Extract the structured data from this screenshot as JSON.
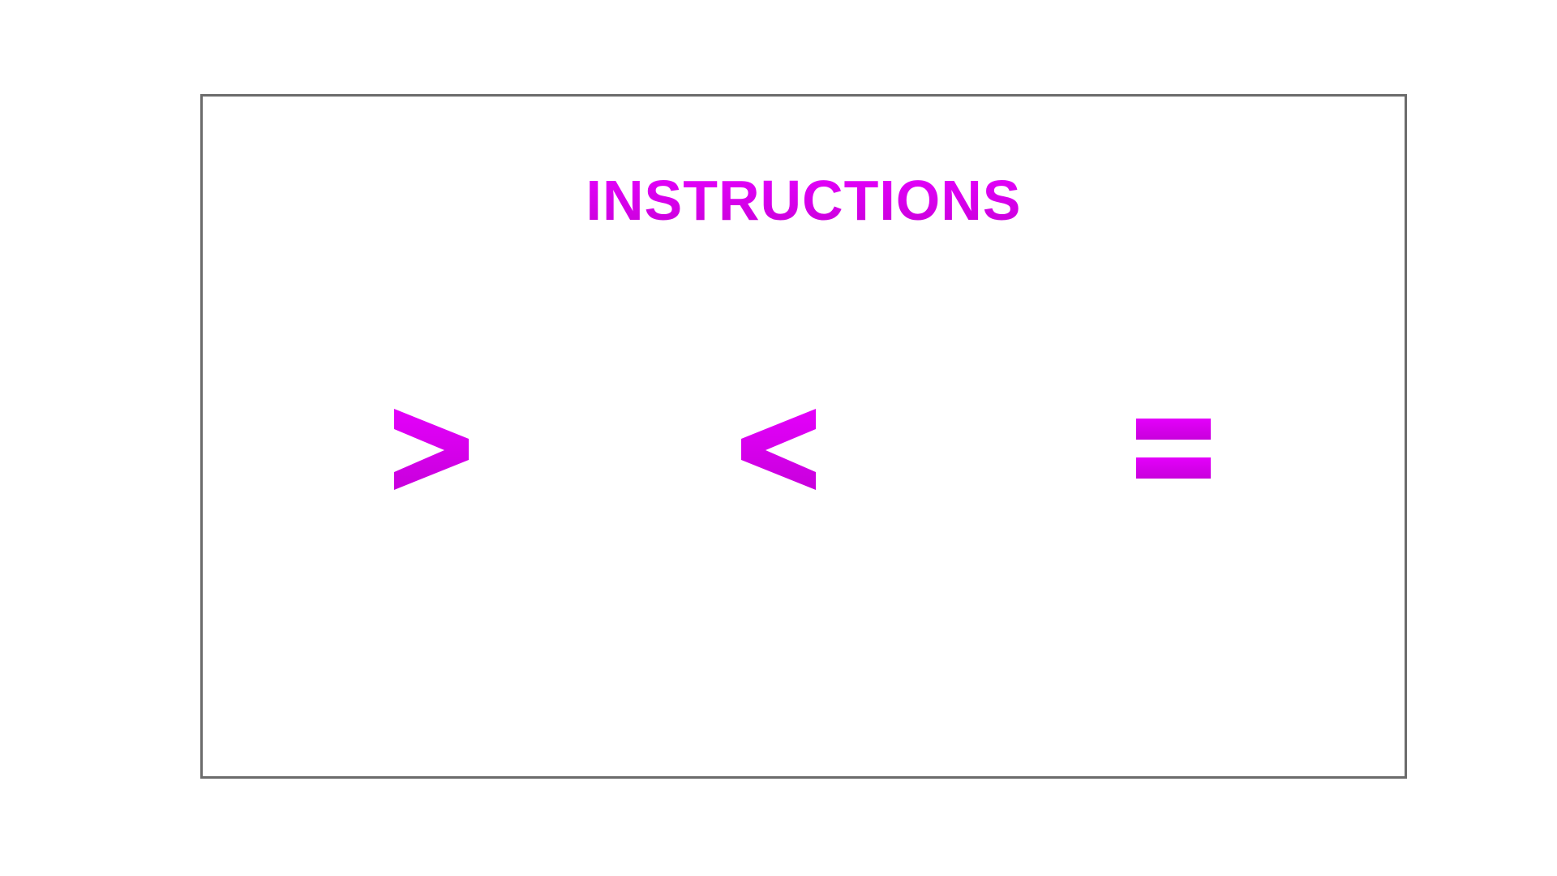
{
  "instructions": {
    "title": "INSTRUCTIONS",
    "accent_color": "#e000f5",
    "symbols": [
      {
        "id": "greater-than",
        "glyph": ">"
      },
      {
        "id": "less-than",
        "glyph": "<"
      },
      {
        "id": "equals",
        "glyph": "="
      }
    ]
  }
}
